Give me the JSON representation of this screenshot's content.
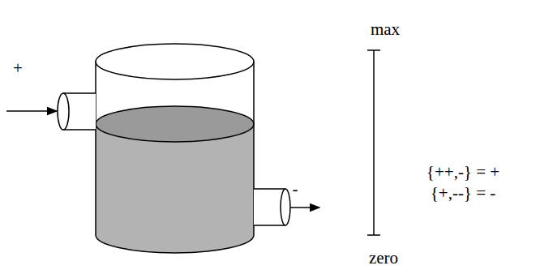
{
  "diagram": {
    "labels": [
      "+",
      "-",
      "max",
      "zero",
      "{++,-} = +",
      "{+,--} = -"
    ]
  }
}
